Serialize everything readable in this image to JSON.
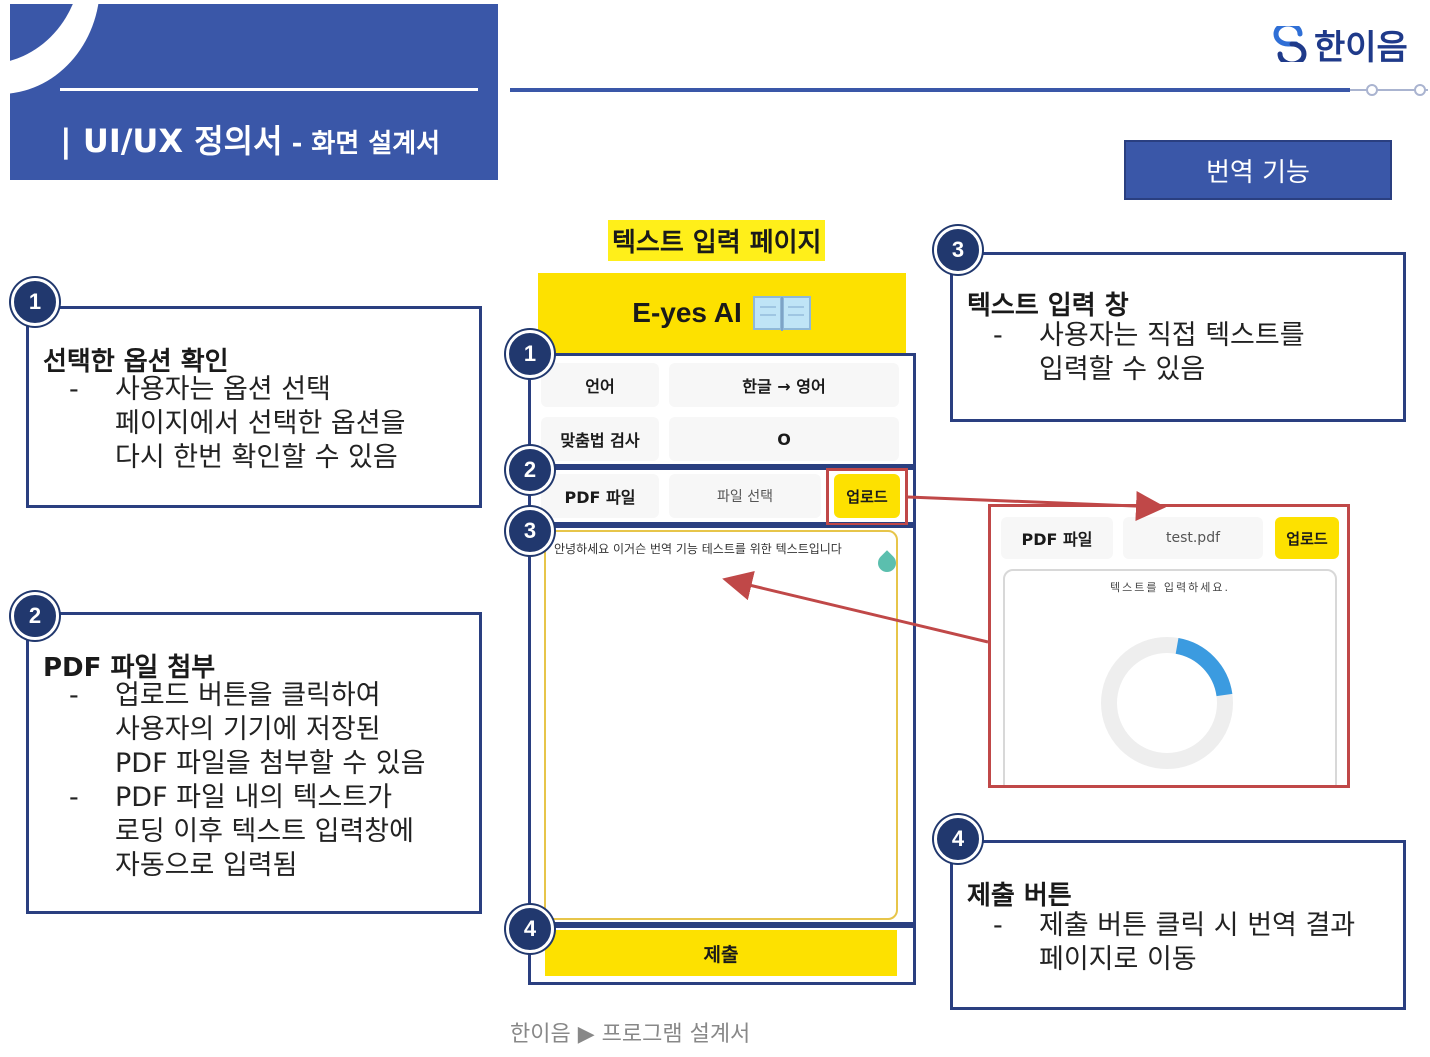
{
  "header": {
    "title": "| UI/UX 정의서",
    "subtitle": " - 화면 설계서"
  },
  "logo": {
    "text": "한이음",
    "icon": "hanieum-logo-icon"
  },
  "feature_tag": "번역 기능",
  "page_label": "텍스트 입력 페이지",
  "app": {
    "title": "E-yes AI",
    "book_icon": "book-icon",
    "rows": [
      {
        "label": "언어",
        "value": "한글 → 영어"
      },
      {
        "label": "맞춤법 검사",
        "value": "O"
      }
    ],
    "pdf": {
      "label": "PDF 파일",
      "file": "파일 선택",
      "upload": "업로드"
    },
    "textarea_text": "안녕하세요 이거슨 번역 기능 테스트를 위한 텍스트입니다",
    "submit": "제출"
  },
  "badges": [
    "1",
    "2",
    "3",
    "4"
  ],
  "info": [
    {
      "num": "1",
      "title": "선택한 옵션 확인",
      "bullets": [
        "사용자는 옵션 선택\n페이지에서 선택한 옵션을\n다시 한번 확인할 수 있음"
      ]
    },
    {
      "num": "2",
      "title": "PDF 파일 첨부",
      "bullets": [
        "업로드 버튼을 클릭하여\n사용자의 기기에 저장된\nPDF 파일을 첨부할 수 있음",
        "PDF 파일 내의 텍스트가\n로딩 이후 텍스트 입력창에\n자동으로 입력됨"
      ]
    },
    {
      "num": "3",
      "title": "텍스트 입력 창",
      "bullets": [
        "사용자는 직접 텍스트를\n입력할 수 있음"
      ]
    },
    {
      "num": "4",
      "title": "제출 버튼",
      "bullets": [
        "제출 버튼 클릭 시 번역 결과\n페이지로 이동"
      ]
    }
  ],
  "preview": {
    "label": "PDF 파일",
    "file": "test.pdf",
    "upload": "업로드",
    "placeholder": "텍스트를 입력하세요.",
    "progress": 0.2,
    "colors": {
      "track": "#eeeeee",
      "arc": "#3b9be0"
    }
  },
  "footer": "한이음 ▶ 프로그램 설계서",
  "colors": {
    "brand": "#3a57a8",
    "accent_yellow": "#fde100",
    "arrow": "#c04848"
  }
}
